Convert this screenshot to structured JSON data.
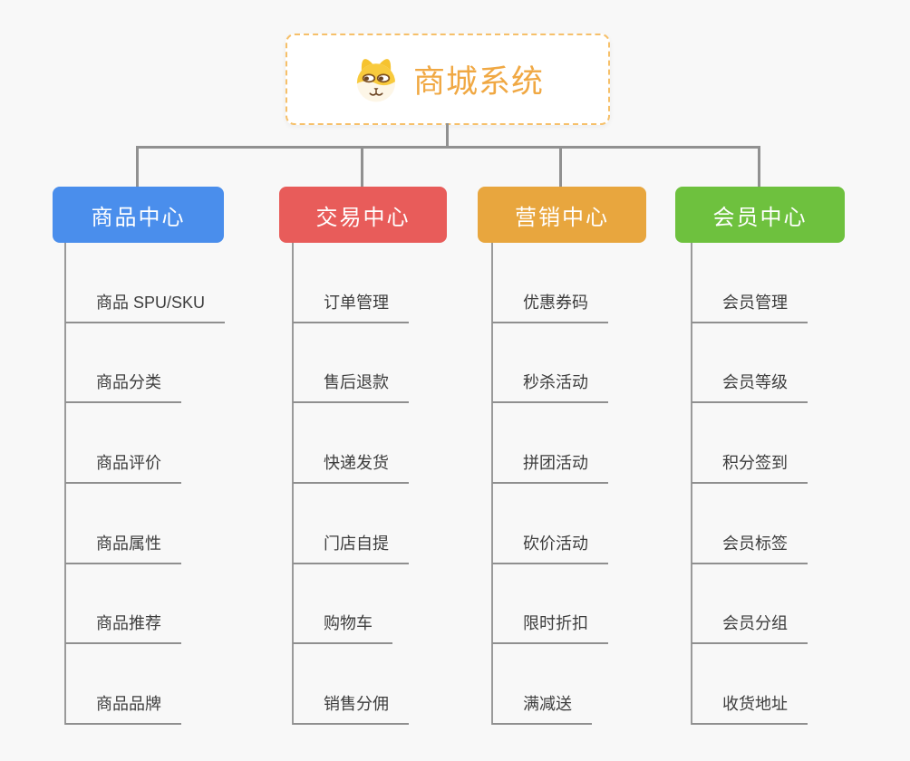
{
  "diagram": {
    "type": "mindmap-org-tree",
    "background_color": "#f8f8f8",
    "connector_color": "#919191"
  },
  "root": {
    "title": "商城系统",
    "icon": "shiba-dog-icon",
    "text_color": "#f0a843",
    "border_color": "#f6c06a"
  },
  "branches": [
    {
      "label": "商品中心",
      "color": "#4a8eec",
      "children": [
        "商品 SPU/SKU",
        "商品分类",
        "商品评价",
        "商品属性",
        "商品推荐",
        "商品品牌"
      ]
    },
    {
      "label": "交易中心",
      "color": "#e85c5a",
      "children": [
        "订单管理",
        "售后退款",
        "快递发货",
        "门店自提",
        "购物车",
        "销售分佣"
      ]
    },
    {
      "label": "营销中心",
      "color": "#e8a63e",
      "children": [
        "优惠券码",
        "秒杀活动",
        "拼团活动",
        "砍价活动",
        "限时折扣",
        "满减送"
      ]
    },
    {
      "label": "会员中心",
      "color": "#6ec13e",
      "children": [
        "会员管理",
        "会员等级",
        "积分签到",
        "会员标签",
        "会员分组",
        "收货地址"
      ]
    }
  ]
}
